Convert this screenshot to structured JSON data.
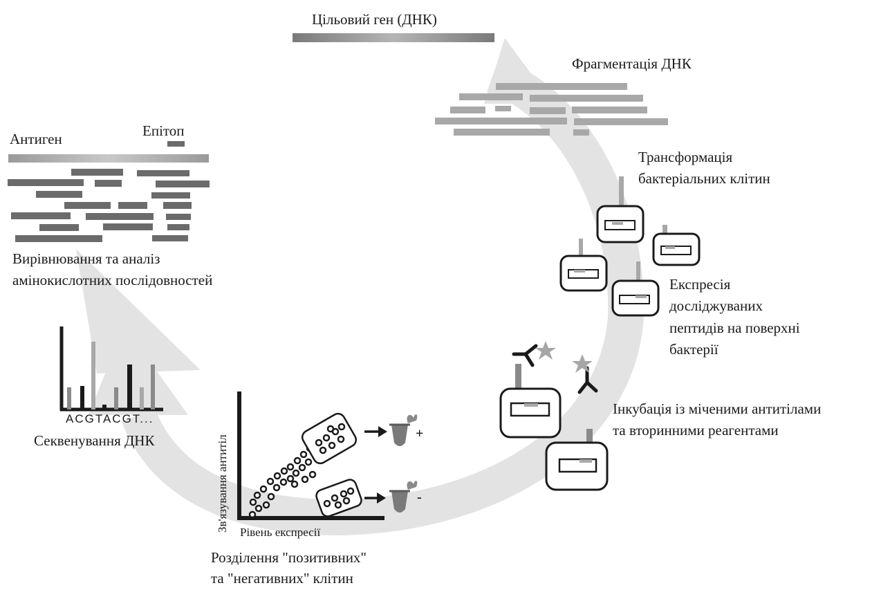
{
  "labels": {
    "target_gene": "Цільовий ген (ДНК)",
    "fragmentation": "Фрагментація ДНК",
    "transformation_line1": "Трансформація",
    "transformation_line2": "бактеріальних клітин",
    "expression_line1": "Експресія",
    "expression_line2": "досліджуваних",
    "expression_line3": "пептидів на поверхні",
    "expression_line4": "бактерії",
    "incubation_line1": "Інкубація із міченими антитілами",
    "incubation_line2": "та вторинними реагентами",
    "separation_line1": "Розділення \"позитивних\"",
    "separation_line2": "та \"негативних\" клітин",
    "sequencing": "Секвенування ДНК",
    "sequence_text": "ACGTACGT...",
    "alignment_line1": "Вирівнювання та аналіз",
    "alignment_line2": "амінокислотних послідовностей",
    "antigen": "Антиген",
    "epitope": "Епітоп",
    "axis_y": "Зв'язування антитіл",
    "axis_x": "Рівень експресії",
    "positive_sign": "+",
    "negative_sign": "-"
  },
  "colors": {
    "arrow": "#e3e3e3",
    "gene_bar": "#9b9b9b",
    "fragment": "#a8a8a8",
    "alignment_dark": "#6b6b6b",
    "outline": "#1a1a1a",
    "star": "#a6a6a6"
  }
}
